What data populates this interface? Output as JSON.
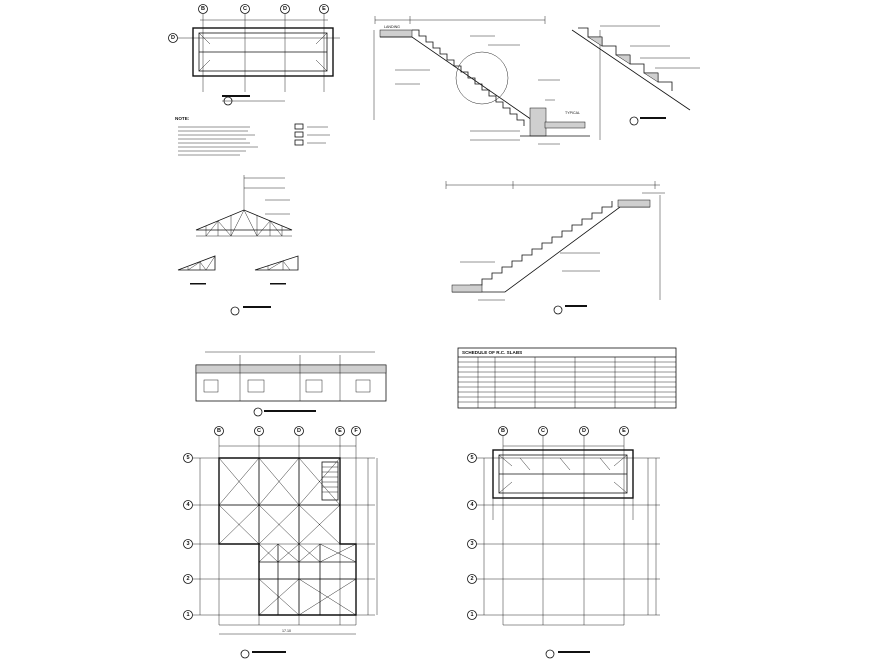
{
  "sheet": {
    "note_heading": "NOTE:",
    "schedule_title": "SCHEDULE OF R.C. SLABS",
    "grid_letters_plan_a": [
      "B",
      "C",
      "D",
      "E",
      "F"
    ],
    "grid_numbers_plan": [
      "5",
      "4",
      "3",
      "2",
      "1"
    ],
    "grid_letters_plan_b": [
      "B",
      "C",
      "D",
      "E"
    ],
    "grid_letters_top": [
      "B",
      "C",
      "D",
      "E"
    ],
    "grid_top_side": "D",
    "dim_plan_total": "17.10",
    "stair_label_landing": "LANDING",
    "stair_label_typical": "TYPICAL"
  },
  "colors": {
    "ink": "#111111",
    "paper": "#ffffff",
    "hatch": "#cfcfcf"
  }
}
